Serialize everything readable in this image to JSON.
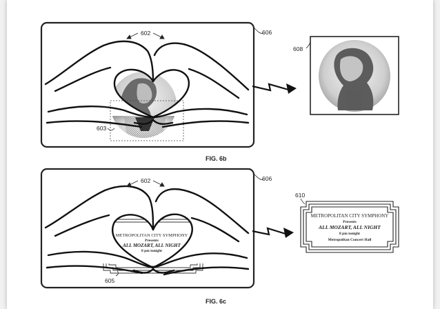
{
  "labels": {
    "fig_6b": "FIG. 6b",
    "fig_6c": "FIG. 6c",
    "ref_hands_top": "602",
    "ref_frame_top": "606",
    "ref_selection_top": "603",
    "ref_result_top": "608",
    "ref_hands_bottom": "602",
    "ref_frame_bottom": "606",
    "ref_selection_bottom": "605",
    "ref_result_bottom": "610"
  },
  "poster": {
    "line1": "METROPOLITAN CITY SYMPHONY",
    "line2": "Presents",
    "line3": "ALL MOZART, ALL NIGHT",
    "line4": "8 pm tonight",
    "line5": "Metropolitan Concert Hall"
  },
  "poster_partial": {
    "line1": "METROPOLITAN CITY SYMPHONY",
    "line2": "Presents",
    "line3": "ALL MOZART, ALL NIGHT",
    "line4": "8 pm tonight"
  },
  "colors": {
    "ink": "#222222",
    "paper": "#ffffff",
    "background": "#f1f1f1"
  }
}
